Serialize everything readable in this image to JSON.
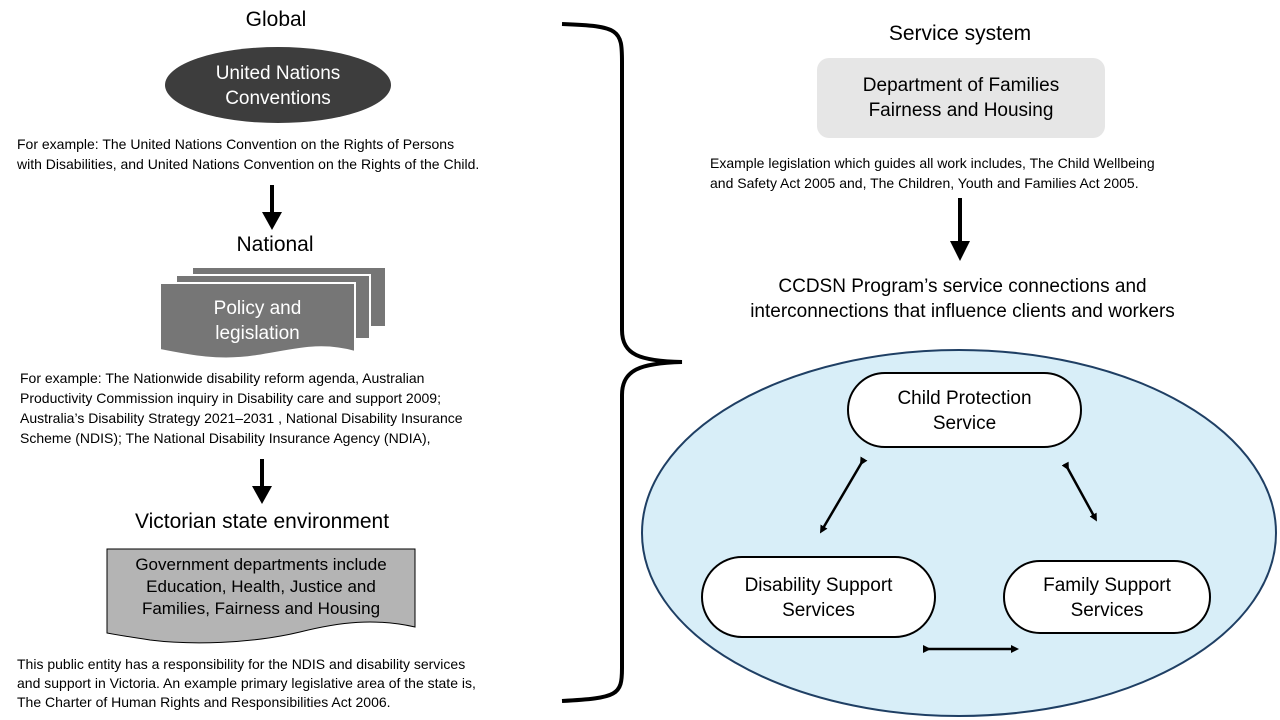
{
  "left": {
    "global": {
      "heading": "Global",
      "shape_label": [
        "United Nations",
        "Conventions"
      ],
      "description": [
        "For example: The United Nations Convention on the Rights of Persons",
        "with Disabilities, and United Nations Convention on the Rights of the Child."
      ]
    },
    "national": {
      "heading": "National",
      "shape_label": [
        "Policy and",
        "legislation"
      ],
      "description": [
        "For example: The Nationwide disability reform agenda, Australian",
        "Productivity Commission inquiry in Disability care and support 2009;",
        "Australia’s Disability Strategy 2021–2031 , National Disability Insurance",
        "Scheme (NDIS); The National Disability Insurance Agency (NDIA),"
      ]
    },
    "state": {
      "heading": "Victorian state environment",
      "shape_label": [
        "Government departments include",
        "Education, Health, Justice and",
        "Families, Fairness and Housing"
      ],
      "description": [
        "This public entity has a responsibility for the NDIS and disability services",
        "and support in Victoria. An example primary legislative area of the state is,",
        "The Charter of Human Rights and Responsibilities Act 2006."
      ]
    }
  },
  "right": {
    "service_system": {
      "heading": "Service system",
      "box_label": [
        "Department of Families",
        "Fairness and Housing"
      ],
      "description": [
        "Example legislation which guides all work includes, The Child Wellbeing",
        "and Safety Act 2005 and, The Children, Youth and Families Act 2005."
      ]
    },
    "program_heading": [
      "CCDSN Program’s service connections and",
      "interconnections that influence clients and workers"
    ],
    "nodes": {
      "child_protection": [
        "Child Protection",
        "Service"
      ],
      "disability_support": [
        "Disability Support",
        "Services"
      ],
      "family_support": [
        "Family Support",
        "Services"
      ]
    }
  },
  "colors": {
    "ellipse_dark": "#3d3d3d",
    "document_stack": "#767676",
    "wave_box": "#b4b4b4",
    "rounded_box": "#e6e6e6",
    "network_fill": "#d8eef8",
    "network_stroke": "#1f3f64"
  }
}
